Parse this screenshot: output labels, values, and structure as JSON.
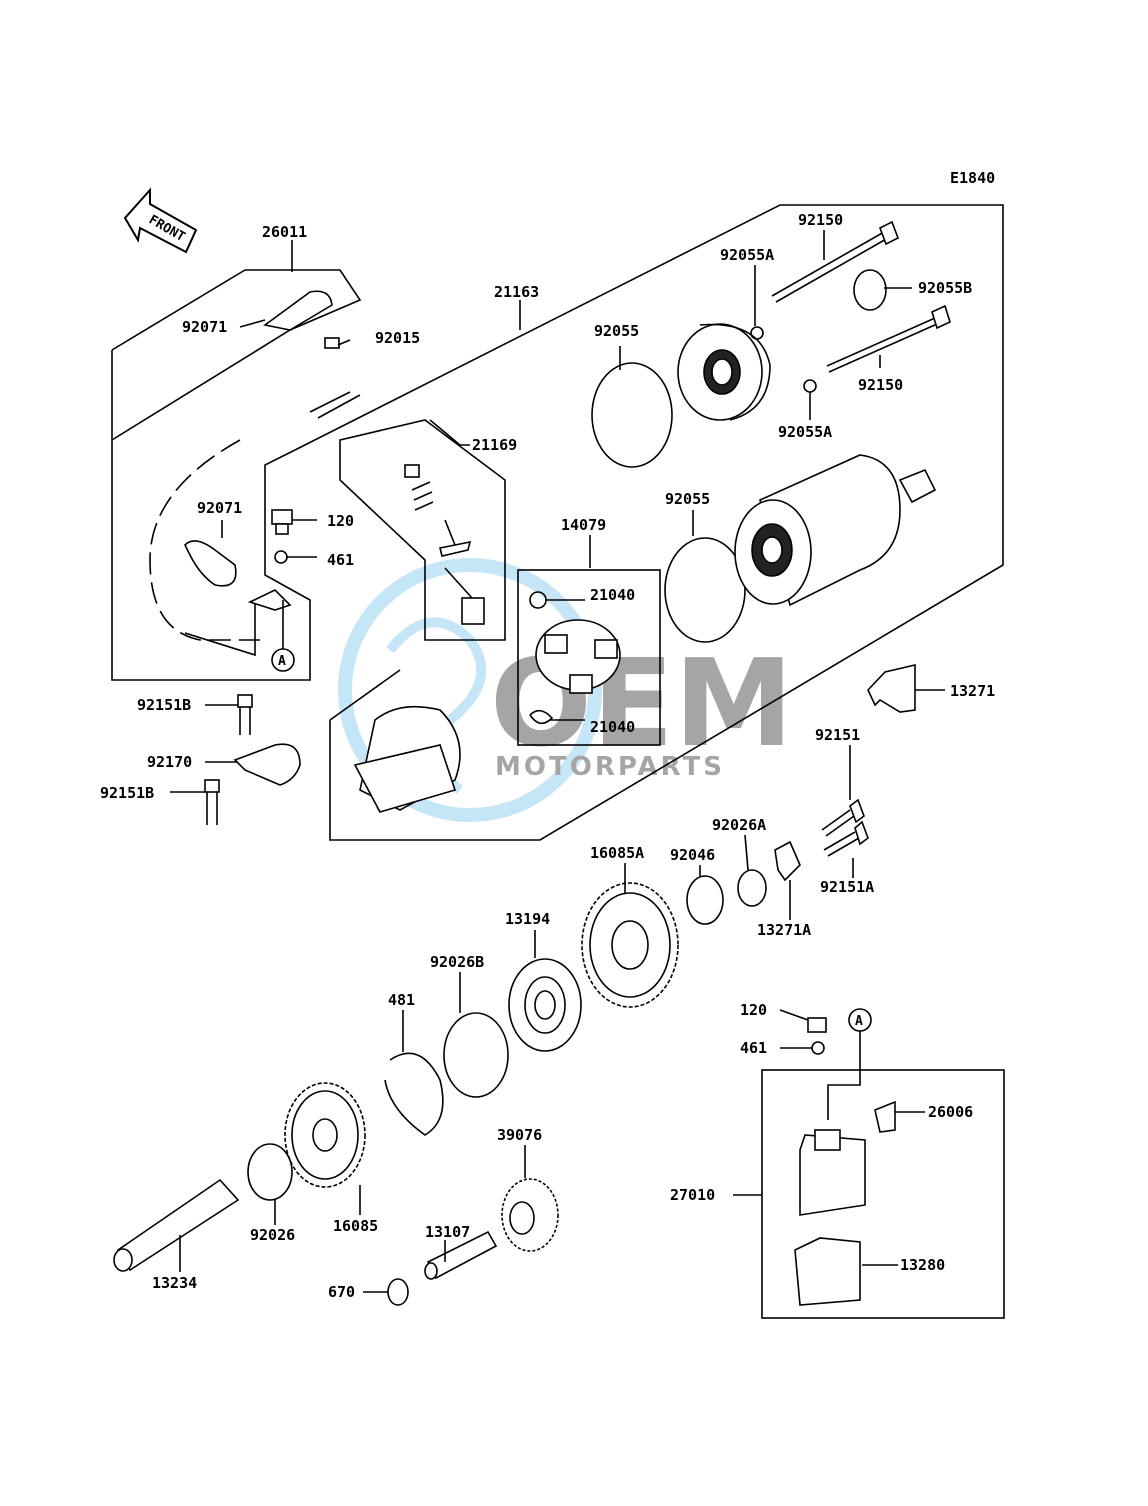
{
  "diagram": {
    "code": "E1840",
    "front_label": "FRONT",
    "ref_marker": "A",
    "watermark": {
      "brand": "OEM",
      "sub": "MOTORPARTS"
    },
    "colors": {
      "watermark": "#5bb8e8",
      "watermark_gray": "#9a9a9a",
      "line": "#000000"
    },
    "parts": [
      "26011",
      "92071",
      "92015",
      "21163",
      "21169",
      "92071",
      "120",
      "461",
      "92150",
      "92055A",
      "92055B",
      "92055",
      "92150",
      "92055A",
      "92055",
      "14079",
      "21040",
      "21040",
      "13271",
      "92151B",
      "92170",
      "92151B",
      "92151",
      "92026A",
      "16085A",
      "92046",
      "92151A",
      "13271A",
      "13194",
      "92026B",
      "481",
      "120",
      "461",
      "26006",
      "39076",
      "27010",
      "16085",
      "92026",
      "13107",
      "13280",
      "13234",
      "670"
    ]
  }
}
